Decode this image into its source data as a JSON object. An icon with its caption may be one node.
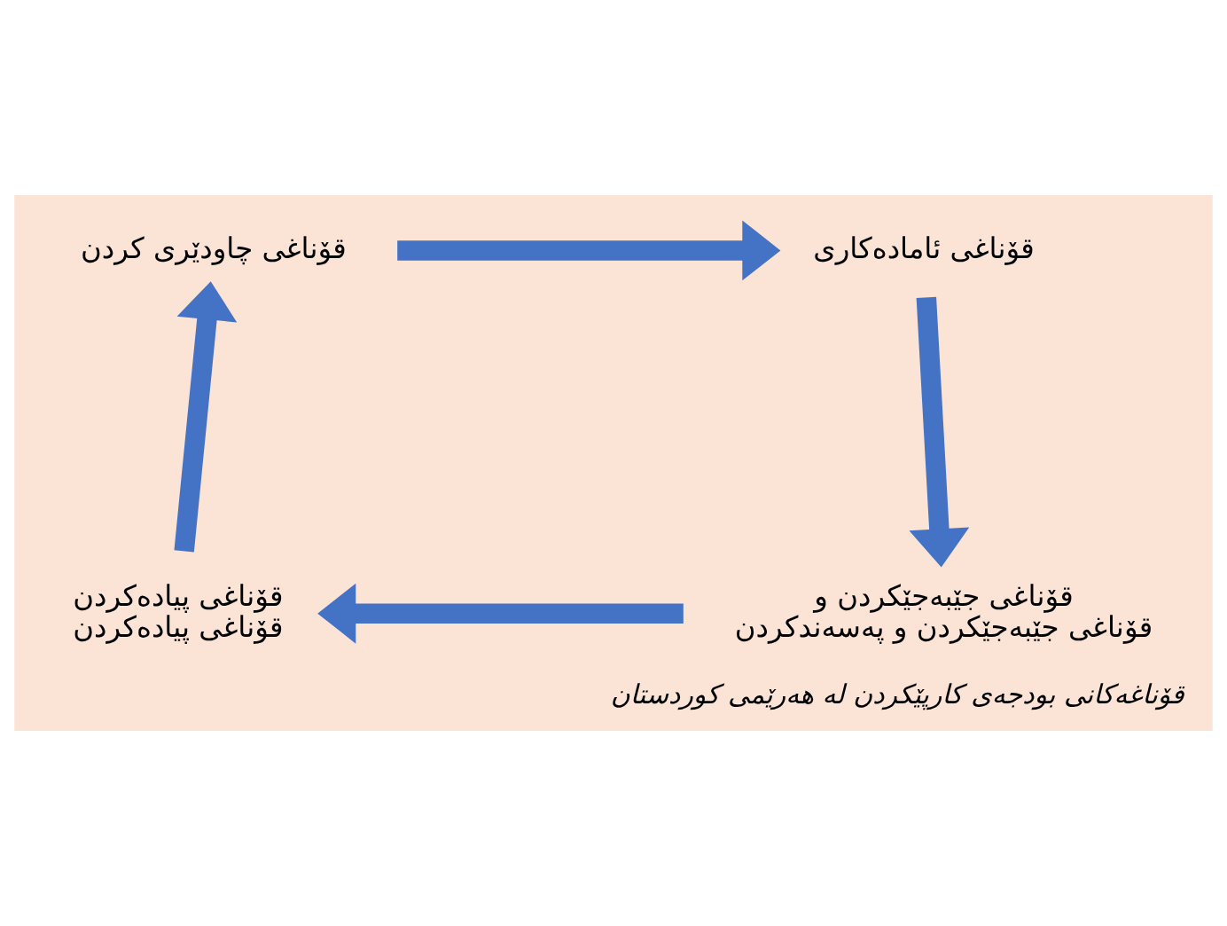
{
  "diagram": {
    "caption": "قۆناغەکانی بودجەی کارپێکردن لە هەرێمی کوردستان",
    "nodes": [
      {
        "text": [
          "قۆناغی ئامادەکاری"
        ]
      },
      {
        "text": [
          "قۆناغی چاودێری کردن"
        ]
      },
      {
        "text": [
          "قۆناغی جێبەجێکردن و",
          "قۆناغی جێبەجێکردن و پەسەندکردن"
        ]
      },
      {
        "text": [
          "قۆناغی پیادەکردن",
          "قۆناغی پیادەکردن"
        ]
      }
    ],
    "edges": [
      {
        "from": 1,
        "to": 0,
        "arrow": "to"
      },
      {
        "from": 0,
        "to": 2,
        "arrow": "to"
      },
      {
        "from": 2,
        "to": 3,
        "arrow": "to"
      },
      {
        "from": 3,
        "to": 1,
        "arrow": "to"
      }
    ]
  }
}
